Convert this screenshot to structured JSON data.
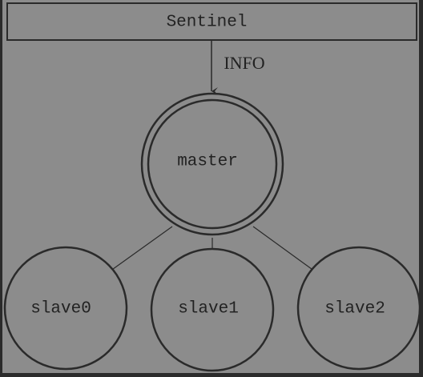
{
  "diagram": {
    "top_box_label": "Sentinel",
    "edge_label": "INFO",
    "master_label": "master",
    "slave_labels": [
      "slave0",
      "slave1",
      "slave2"
    ]
  },
  "colors": {
    "canvas": "#8c8c8c",
    "outer_background": "#2b2b2b",
    "stroke": "#2a2a2a",
    "text": "#222222"
  }
}
